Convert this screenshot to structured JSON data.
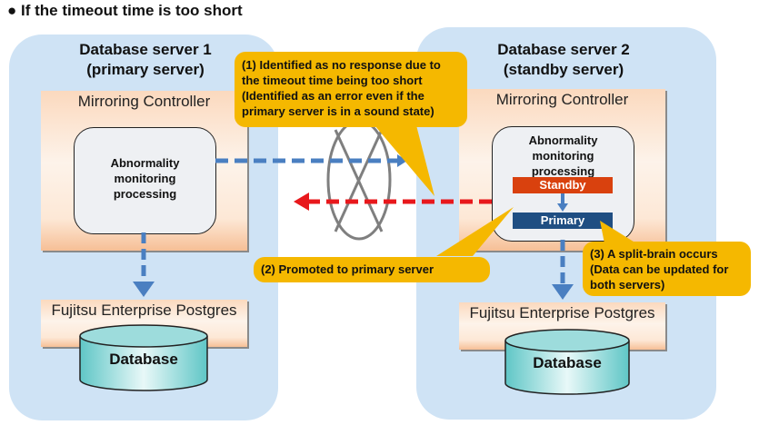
{
  "title": "If the timeout time is too short",
  "server1": {
    "title_line1": "Database server 1",
    "title_line2": "(primary server)",
    "controller": "Mirroring Controller",
    "process_line1": "Abnormality",
    "process_line2": "monitoring",
    "process_line3": "processing",
    "product": "Fujitsu Enterprise Postgres",
    "database": "Database"
  },
  "server2": {
    "title_line1": "Database server 2",
    "title_line2": "(standby server)",
    "controller": "Mirroring Controller",
    "process_line1": "Abnormality",
    "process_line2": "monitoring",
    "process_line3": "processing",
    "state_from": "Standby",
    "state_to": "Primary",
    "product": "Fujitsu Enterprise Postgres",
    "database": "Database"
  },
  "callouts": {
    "c1_line1": "(1) Identified as no response due to",
    "c1_line2": "the timeout time being too short",
    "c1_line3": "(Identified as an error even if the",
    "c1_line4": "primary server is in a sound state)",
    "c2": "(2) Promoted to primary server",
    "c3_line1": "(3) A split-brain occurs",
    "c3_line2": "(Data can be updated for",
    "c3_line3": "both servers)"
  },
  "colors": {
    "server_bg": "#cfe3f5",
    "callout": "#f5b800",
    "standby": "#d9410e",
    "primary": "#1f4e82",
    "heartbeat_arrow": "#4a7fc1",
    "promote_arrow": "#e8181c"
  }
}
